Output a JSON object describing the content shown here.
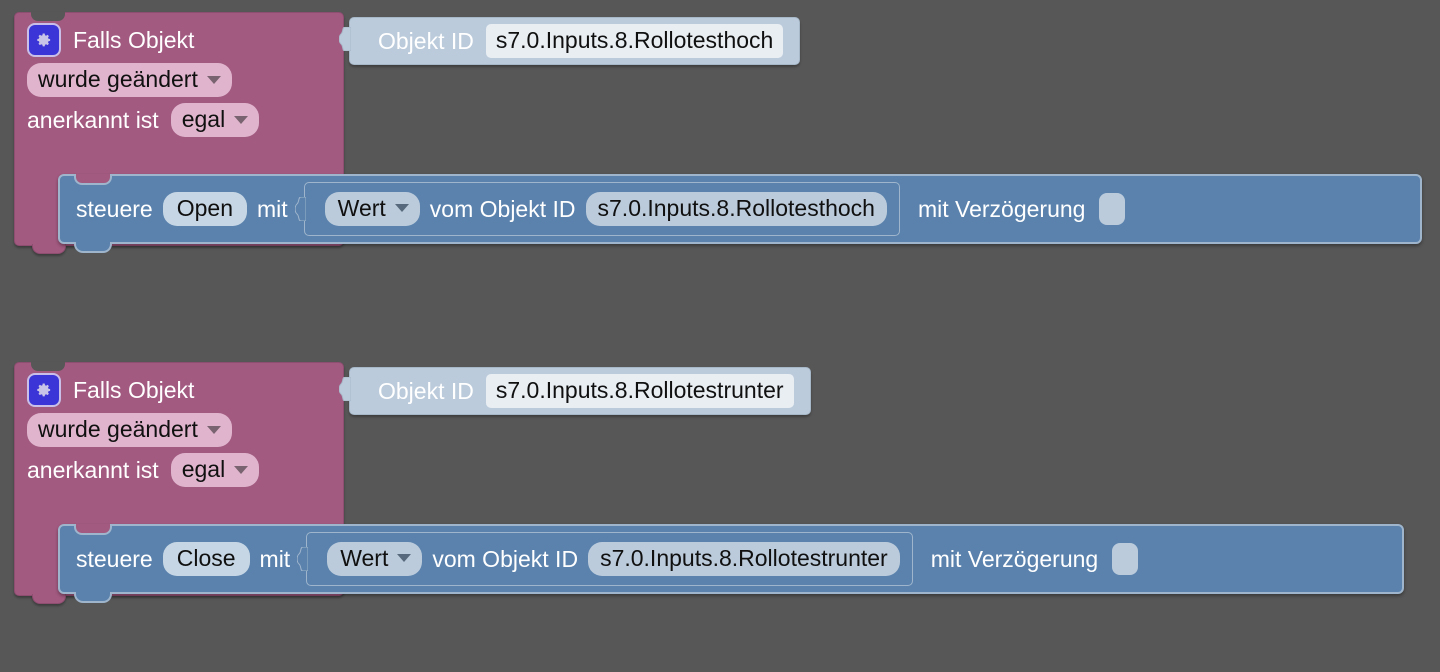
{
  "workspace": {
    "background_color": "#575757",
    "colors": {
      "control_block": "#A25A80",
      "control_field": "#DFB4CC",
      "value_block": "#BBCBDB",
      "action_block": "#5A82AD",
      "action_field": "#C6D6E4",
      "text_field": "#E9EEF3",
      "mutator_icon": "#3B34D6"
    }
  },
  "blocks": [
    {
      "id": "trigger-1",
      "type": "on-object-change",
      "mutator_icon": "gear-icon",
      "title": "Falls Objekt",
      "condition_dropdown": "wurde geändert",
      "ack_label": "anerkannt ist",
      "ack_dropdown": "egal",
      "object_id": {
        "label": "Objekt ID",
        "value": "s7.0.Inputs.8.Rollotesthoch"
      },
      "statement": {
        "type": "control-block",
        "verb": "steuere",
        "command": "Open",
        "with_label": "mit",
        "source": {
          "dropdown": "Wert",
          "from_label": "vom Objekt ID",
          "object_id": "s7.0.Inputs.8.Rollotesthoch"
        },
        "delay_label": "mit Verzögerung",
        "delay_value": ""
      }
    },
    {
      "id": "trigger-2",
      "type": "on-object-change",
      "mutator_icon": "gear-icon",
      "title": "Falls Objekt",
      "condition_dropdown": "wurde geändert",
      "ack_label": "anerkannt ist",
      "ack_dropdown": "egal",
      "object_id": {
        "label": "Objekt ID",
        "value": "s7.0.Inputs.8.Rollotestrunter"
      },
      "statement": {
        "type": "control-block",
        "verb": "steuere",
        "command": "Close",
        "with_label": "mit",
        "source": {
          "dropdown": "Wert",
          "from_label": "vom Objekt ID",
          "object_id": "s7.0.Inputs.8.Rollotestrunter"
        },
        "delay_label": "mit Verzögerung",
        "delay_value": ""
      }
    }
  ]
}
